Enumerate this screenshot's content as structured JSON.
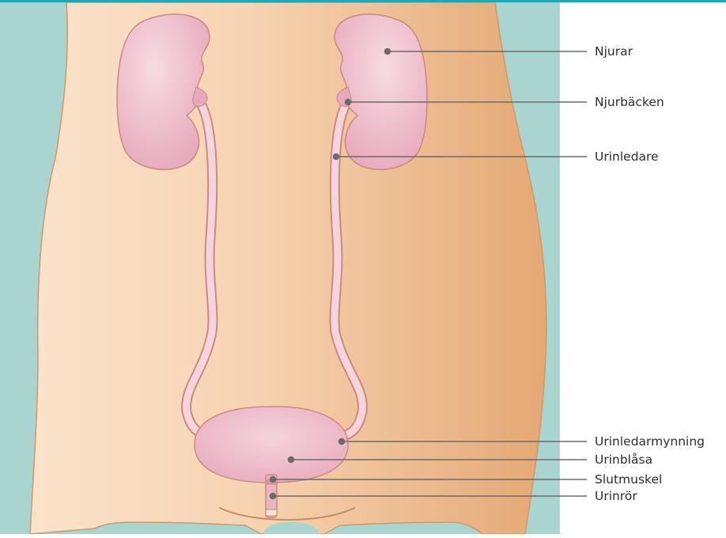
{
  "colors": {
    "top_border": "#1fa8b8",
    "background_mint": "#a9d4d0",
    "skin_light": "#f8dcc1",
    "skin_dark": "#e6ae7c",
    "skin_outline": "#cf9a63",
    "organ_pink": "#ebb4c3",
    "organ_light": "#f5d4dd",
    "organ_outline": "#c98a7f",
    "leader_line": "#6b6b6b",
    "label_text": "#2c2c2c"
  },
  "labels": {
    "njurar": "Njurar",
    "njurbacken": "Njurbäcken",
    "urinledare": "Urinledare",
    "urinledarmynning": "Urinledarmynning",
    "urinblasa": "Urinblåsa",
    "slutmuskel": "Slutmuskel",
    "urinror": "Urinrör"
  }
}
